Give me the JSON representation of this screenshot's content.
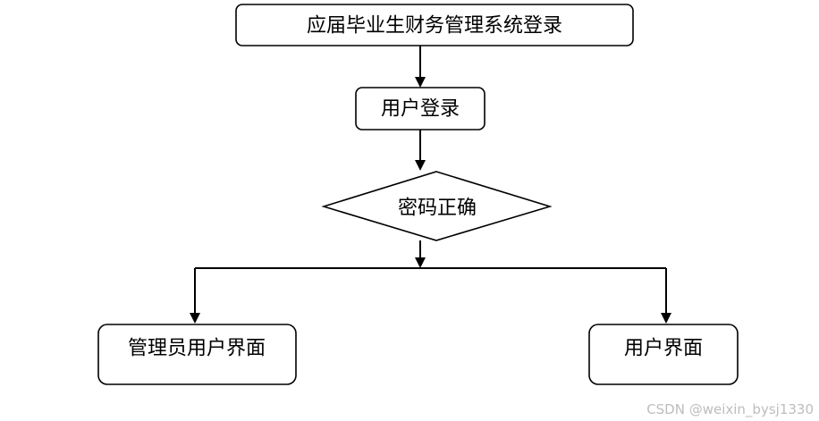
{
  "nodes": {
    "start": "应届毕业生财务管理系统登录",
    "user_login": "用户登录",
    "decision": "密码正确",
    "admin_ui": "管理员用户界面",
    "user_ui": "用户界面"
  },
  "watermark": "CSDN @weixin_bysj1330"
}
